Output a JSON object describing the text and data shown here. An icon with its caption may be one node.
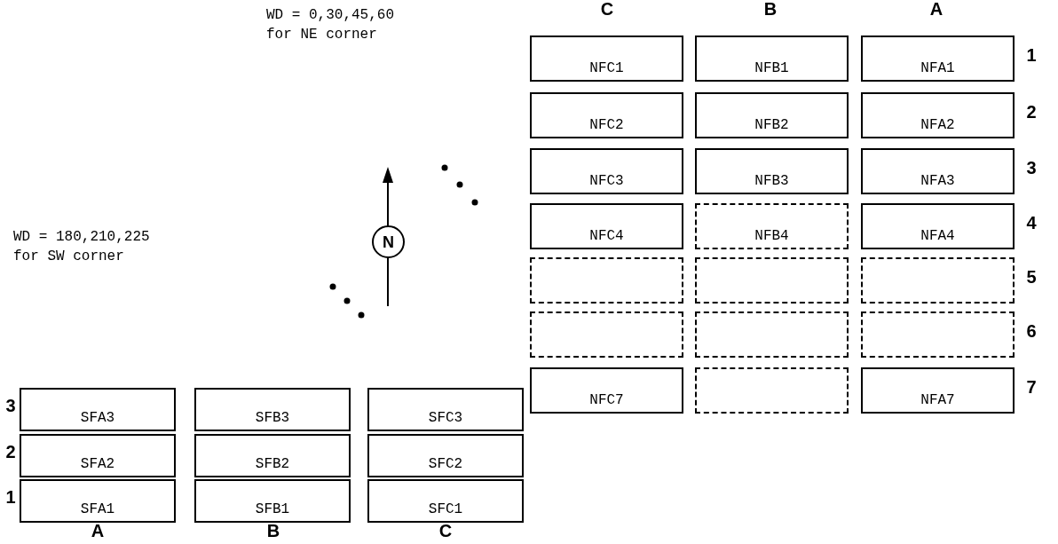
{
  "diagram": {
    "nodes": [
      {
        "text": [
          "NFC1"
        ]
      },
      {
        "text": [
          "NFB1"
        ]
      },
      {
        "text": [
          "NFA1"
        ]
      },
      {
        "text": [
          "NFC2"
        ]
      },
      {
        "text": [
          "NFB2"
        ]
      },
      {
        "text": [
          "NFA2"
        ]
      },
      {
        "text": [
          "NFC3"
        ]
      },
      {
        "text": [
          "NFB3"
        ]
      },
      {
        "text": [
          "NFA3"
        ]
      },
      {
        "text": [
          "NFC4"
        ]
      },
      {
        "text": [
          "NFB4"
        ]
      },
      {
        "text": [
          "NFA4"
        ]
      },
      {
        "text": [],
        "shape": "box"
      },
      {
        "text": [],
        "shape": "box"
      },
      {
        "text": [],
        "shape": "box"
      },
      {
        "text": [],
        "shape": "box"
      },
      {
        "text": [],
        "shape": "box"
      },
      {
        "text": [],
        "shape": "box"
      },
      {
        "text": [
          "NFC7"
        ]
      },
      {
        "text": [],
        "shape": "box"
      },
      {
        "text": [
          "NFA7"
        ]
      },
      {
        "text": [
          "N"
        ]
      },
      {
        "text": [
          "SFA3"
        ]
      },
      {
        "text": [
          "SFB3"
        ]
      },
      {
        "text": [
          "SFC3"
        ]
      },
      {
        "text": [
          "SFA2"
        ]
      },
      {
        "text": [
          "SFB2"
        ]
      },
      {
        "text": [
          "SFC2"
        ]
      },
      {
        "text": [
          "SFA1"
        ]
      },
      {
        "text": [
          "SFB1"
        ]
      },
      {
        "text": [
          "SFC1"
        ]
      }
    ],
    "edges": [],
    "labels": [
      "WD = 0,30,45,60 for NE corner",
      "C",
      "B",
      "A",
      "1",
      "2",
      "3",
      "4",
      "5",
      "6",
      "7",
      "WD = 180,210,225 for SW corner",
      "3",
      "2",
      "1",
      "A",
      "B",
      "C"
    ]
  }
}
